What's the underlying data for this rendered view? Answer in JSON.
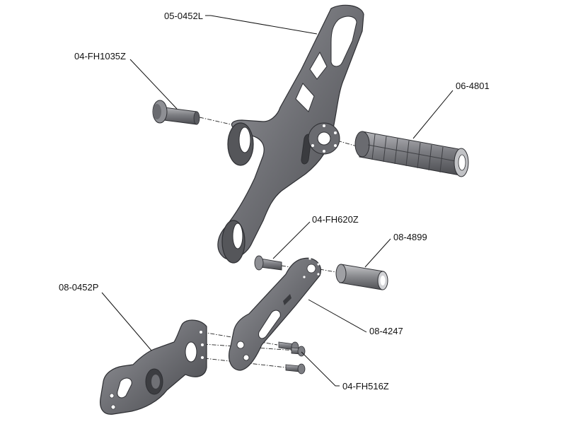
{
  "parts": [
    {
      "id": "p1",
      "label": "05-0452L",
      "part": "rearset-bracket-left"
    },
    {
      "id": "p2",
      "label": "04-FH1035Z",
      "part": "shoulder-bolt-large"
    },
    {
      "id": "p3",
      "label": "06-4801",
      "part": "foot-peg"
    },
    {
      "id": "p4",
      "label": "04-FH620Z",
      "part": "shoulder-bolt-small"
    },
    {
      "id": "p5",
      "label": "08-4899",
      "part": "spacer-sleeve"
    },
    {
      "id": "p6",
      "label": "08-0452P",
      "part": "frame-mount-plate"
    },
    {
      "id": "p7",
      "label": "08-4247",
      "part": "adapter-plate"
    },
    {
      "id": "p8",
      "label": "04-FH516Z",
      "part": "cap-screws"
    }
  ],
  "colors": {
    "metal_dark": "#4a4a4e",
    "metal_mid": "#7c7d82",
    "metal_light": "#a9aaae",
    "hole": "#ffffff",
    "line": "#111111"
  }
}
